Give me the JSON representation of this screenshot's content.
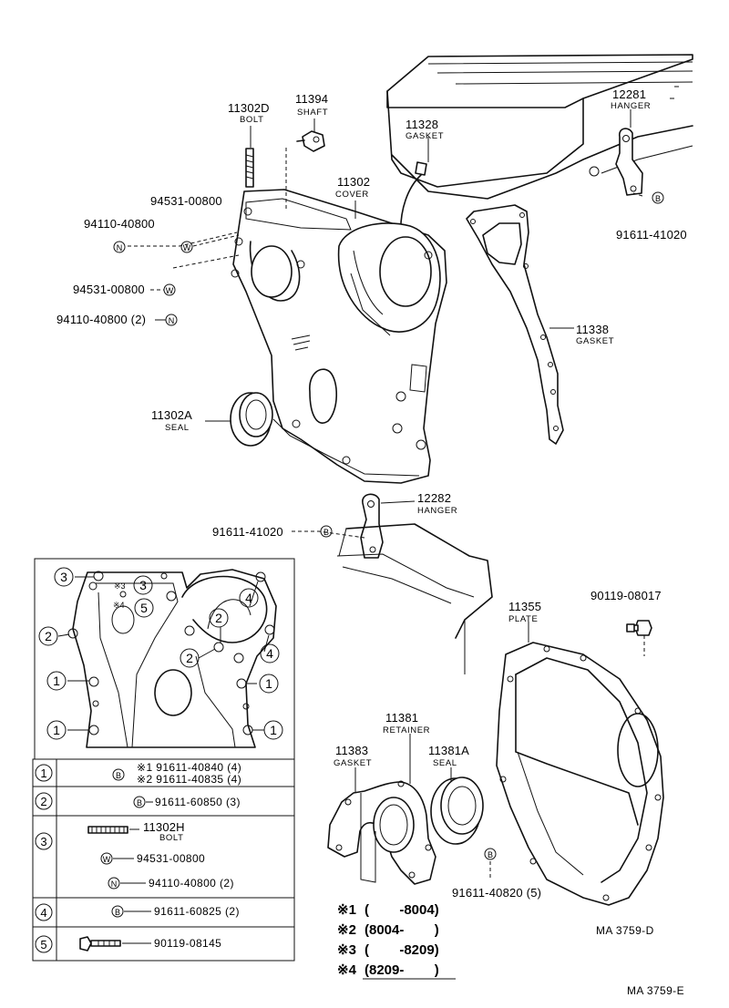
{
  "callouts": {
    "p11302D": {
      "number": "11302D",
      "name": "BOLT"
    },
    "p11394": {
      "number": "11394",
      "name": "SHAFT"
    },
    "p11302": {
      "number": "11302",
      "name": "COVER"
    },
    "p11328": {
      "number": "11328",
      "name": "GASKET"
    },
    "p12281": {
      "number": "12281",
      "name": "HANGER"
    },
    "p11338": {
      "number": "11338",
      "name": "GASKET"
    },
    "p11302A": {
      "number": "11302A",
      "name": "SEAL"
    },
    "p12282": {
      "number": "12282",
      "name": "HANGER"
    },
    "p11355": {
      "number": "11355",
      "name": "PLATE"
    },
    "p11381": {
      "number": "11381",
      "name": "RETAINER"
    },
    "p11383": {
      "number": "11383",
      "name": "GASKET"
    },
    "p11381A": {
      "number": "11381A",
      "name": "SEAL"
    }
  },
  "fasteners": {
    "f94531_a": "94531-00800",
    "f94110_a": "94110-40800",
    "f94531_b": "94531-00800",
    "f94110_b": "94110-40800 (2)",
    "f91611_41020_a": "91611-41020",
    "f91611_41020_b": "91611-41020",
    "f90119_08017": "90119-08017",
    "f91611_40820": "91611-40820 (5)"
  },
  "symbols": {
    "B": "B",
    "W": "W",
    "N": "N"
  },
  "inset_marks": {
    "mark3": "※3",
    "mark4": "※4",
    "n1": "1",
    "n2": "2",
    "n3": "3",
    "n4": "4",
    "n5": "5"
  },
  "legend": {
    "row1": {
      "num": "1",
      "line1": "※1 91611-40840 (4)",
      "line2": "※2 91611-40835 (4)"
    },
    "row2": {
      "num": "2",
      "line1": "91611-60850 (3)"
    },
    "row3": {
      "num": "3",
      "bolt_no": "11302H",
      "bolt_name": "BOLT",
      "w_part": "94531-00800",
      "n_part": "94110-40800 (2)"
    },
    "row4": {
      "num": "4",
      "line1": "91611-60825 (2)"
    },
    "row5": {
      "num": "5",
      "line1": "90119-08145"
    }
  },
  "date_notes": [
    {
      "mark": "※1",
      "range": "(        -8004)"
    },
    {
      "mark": "※2",
      "range": "(8004-        )"
    },
    {
      "mark": "※3",
      "range": "(        -8209)"
    },
    {
      "mark": "※4",
      "range": "(8209-        )"
    }
  ],
  "codes": {
    "top": "MA 3759-D",
    "bottom": "MA 3759-E"
  }
}
